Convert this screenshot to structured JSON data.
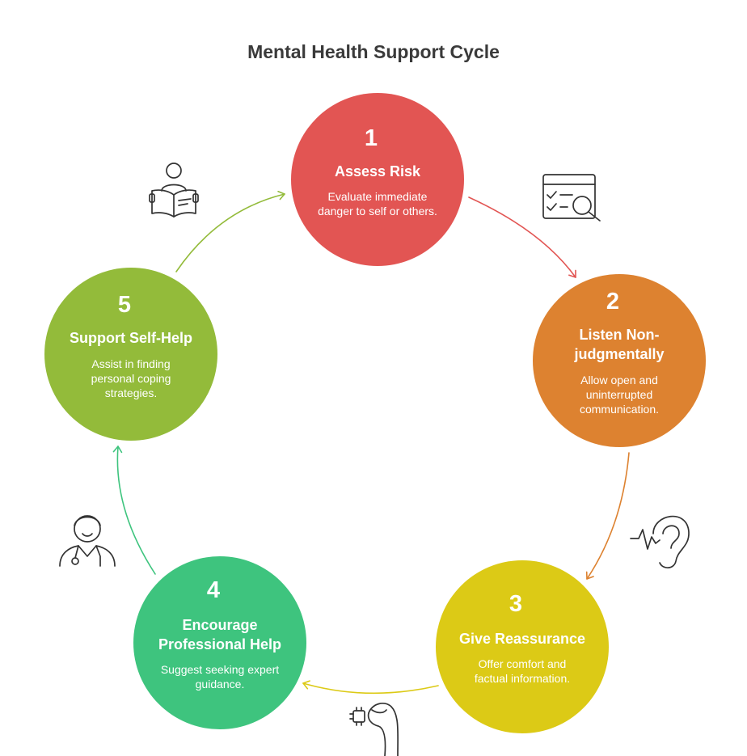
{
  "title": "Mental Health Support Cycle",
  "steps": [
    {
      "number": "1",
      "title_lines": [
        "Assess Risk"
      ],
      "desc_lines": [
        "Evaluate immediate",
        "danger to self or others."
      ],
      "color": "#e25553",
      "icon": "checklist-magnifier-icon"
    },
    {
      "number": "2",
      "title_lines": [
        "Listen Non-",
        "judgmentally"
      ],
      "desc_lines": [
        "Allow open and",
        "uninterrupted",
        "communication."
      ],
      "color": "#dd8230",
      "icon": "ear-sound-icon"
    },
    {
      "number": "3",
      "title_lines": [
        "Give Reassurance"
      ],
      "desc_lines": [
        "Offer comfort and",
        "factual information."
      ],
      "color": "#dcca16",
      "icon": "hand-holding-chip-icon"
    },
    {
      "number": "4",
      "title_lines": [
        "Encourage",
        "Professional Help"
      ],
      "desc_lines": [
        "Suggest seeking expert",
        "guidance."
      ],
      "color": "#3ec47e",
      "icon": "doctor-stethoscope-icon"
    },
    {
      "number": "5",
      "title_lines": [
        "Support Self-Help"
      ],
      "desc_lines": [
        "Assist in finding",
        "personal coping",
        "strategies."
      ],
      "color": "#93bb3a",
      "icon": "person-reading-book-icon"
    }
  ]
}
